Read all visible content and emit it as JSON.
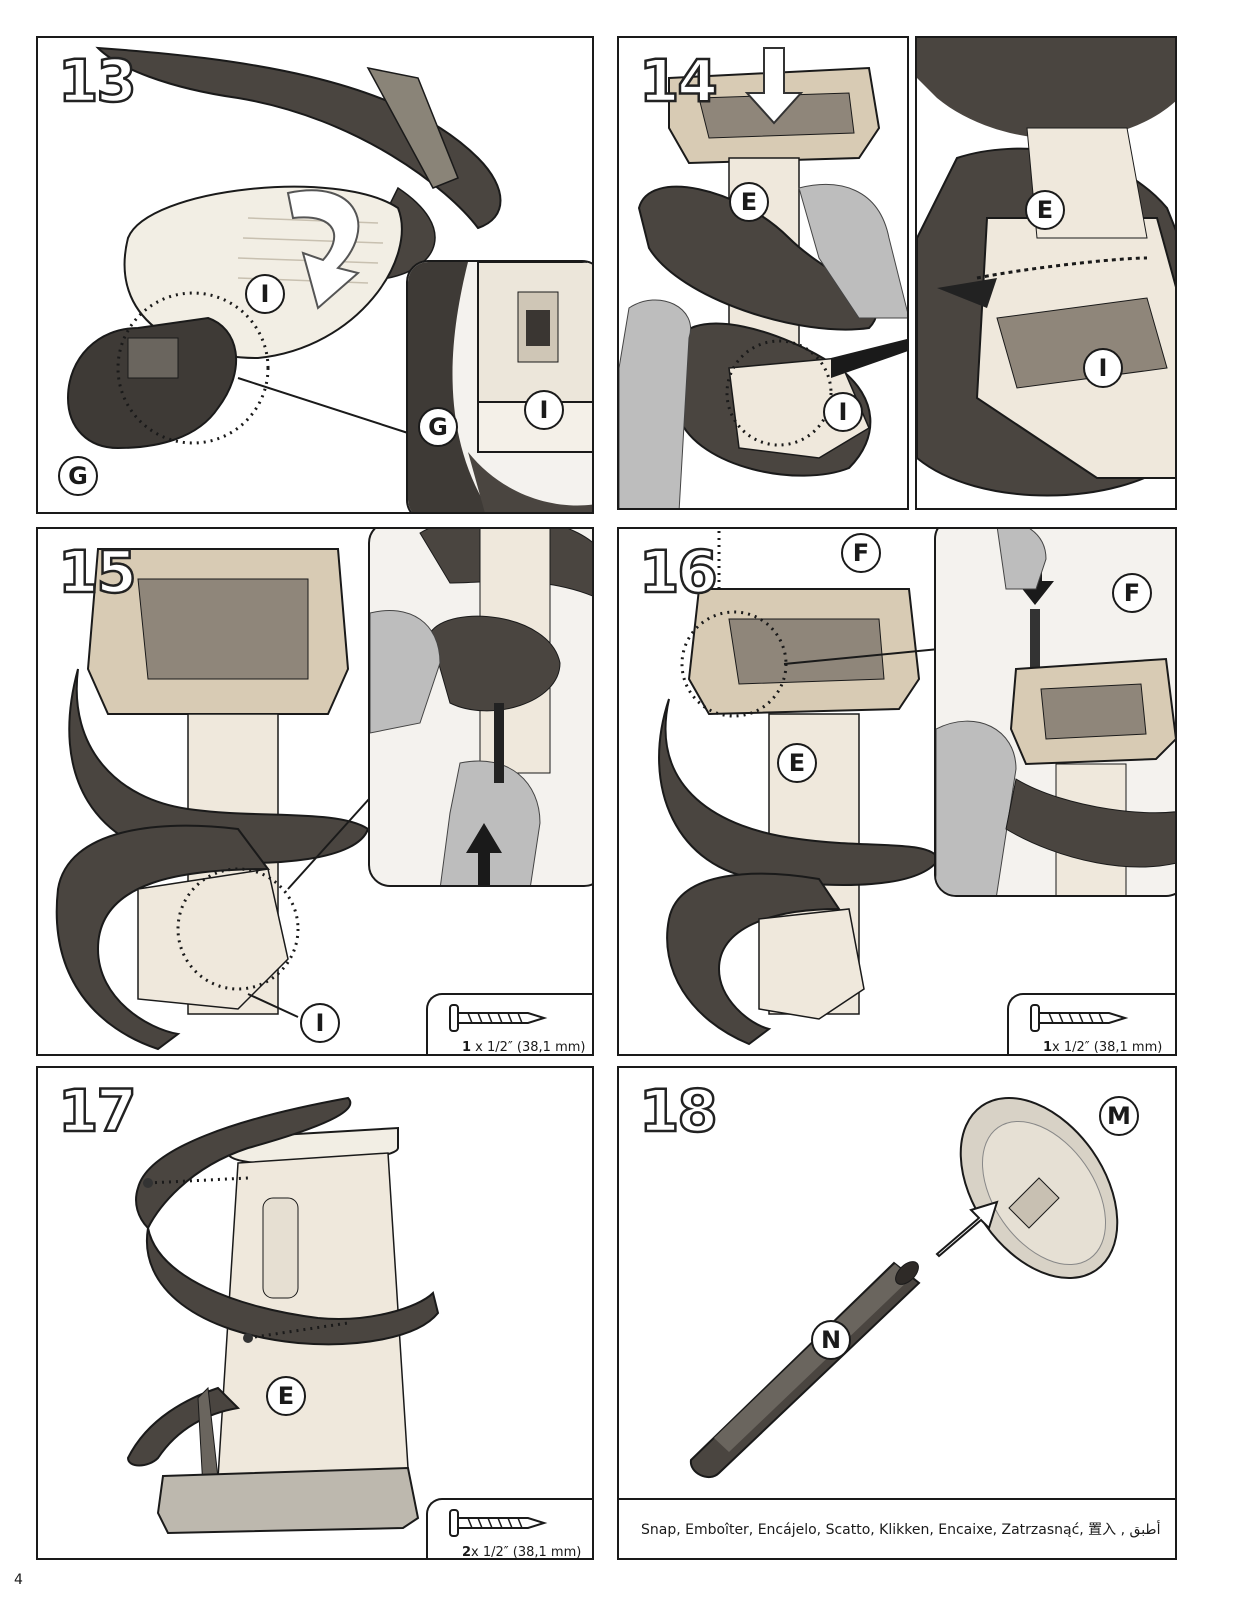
{
  "page_number": "4",
  "steps": {
    "s13": {
      "number": "13",
      "callouts": [
        "I",
        "G",
        "I",
        "G"
      ]
    },
    "s14": {
      "number": "14",
      "callouts": [
        "E",
        "I",
        "E",
        "I"
      ]
    },
    "s15": {
      "number": "15",
      "callouts": [
        "I"
      ],
      "hardware_qty": "1",
      "hardware_size": " x 1/2″ (38,1 mm)"
    },
    "s16": {
      "number": "16",
      "callouts": [
        "F",
        "F",
        "E"
      ],
      "hardware_qty": "1",
      "hardware_size": "x 1/2″ (38,1 mm)"
    },
    "s17": {
      "number": "17",
      "callouts": [
        "E"
      ],
      "hardware_qty": "2",
      "hardware_size": "x 1/2″ (38,1 mm)"
    },
    "s18": {
      "number": "18",
      "callouts": [
        "M",
        "N"
      ],
      "caption": "Snap, Emboîter, Encájelo, Scatto, Klikken, Encaixe, Zatrzasnąć, 置入 , أطبق"
    }
  },
  "colors": {
    "slide_dark": "#4a4540",
    "tower_light": "#efe8dc",
    "frame_tan": "#d8cbb4",
    "outline": "#1a1a1a"
  },
  "icons": [
    "screw-icon",
    "arrow-down-icon",
    "arrow-up-icon",
    "rotate-arrow-icon",
    "outline-arrow-icon"
  ]
}
